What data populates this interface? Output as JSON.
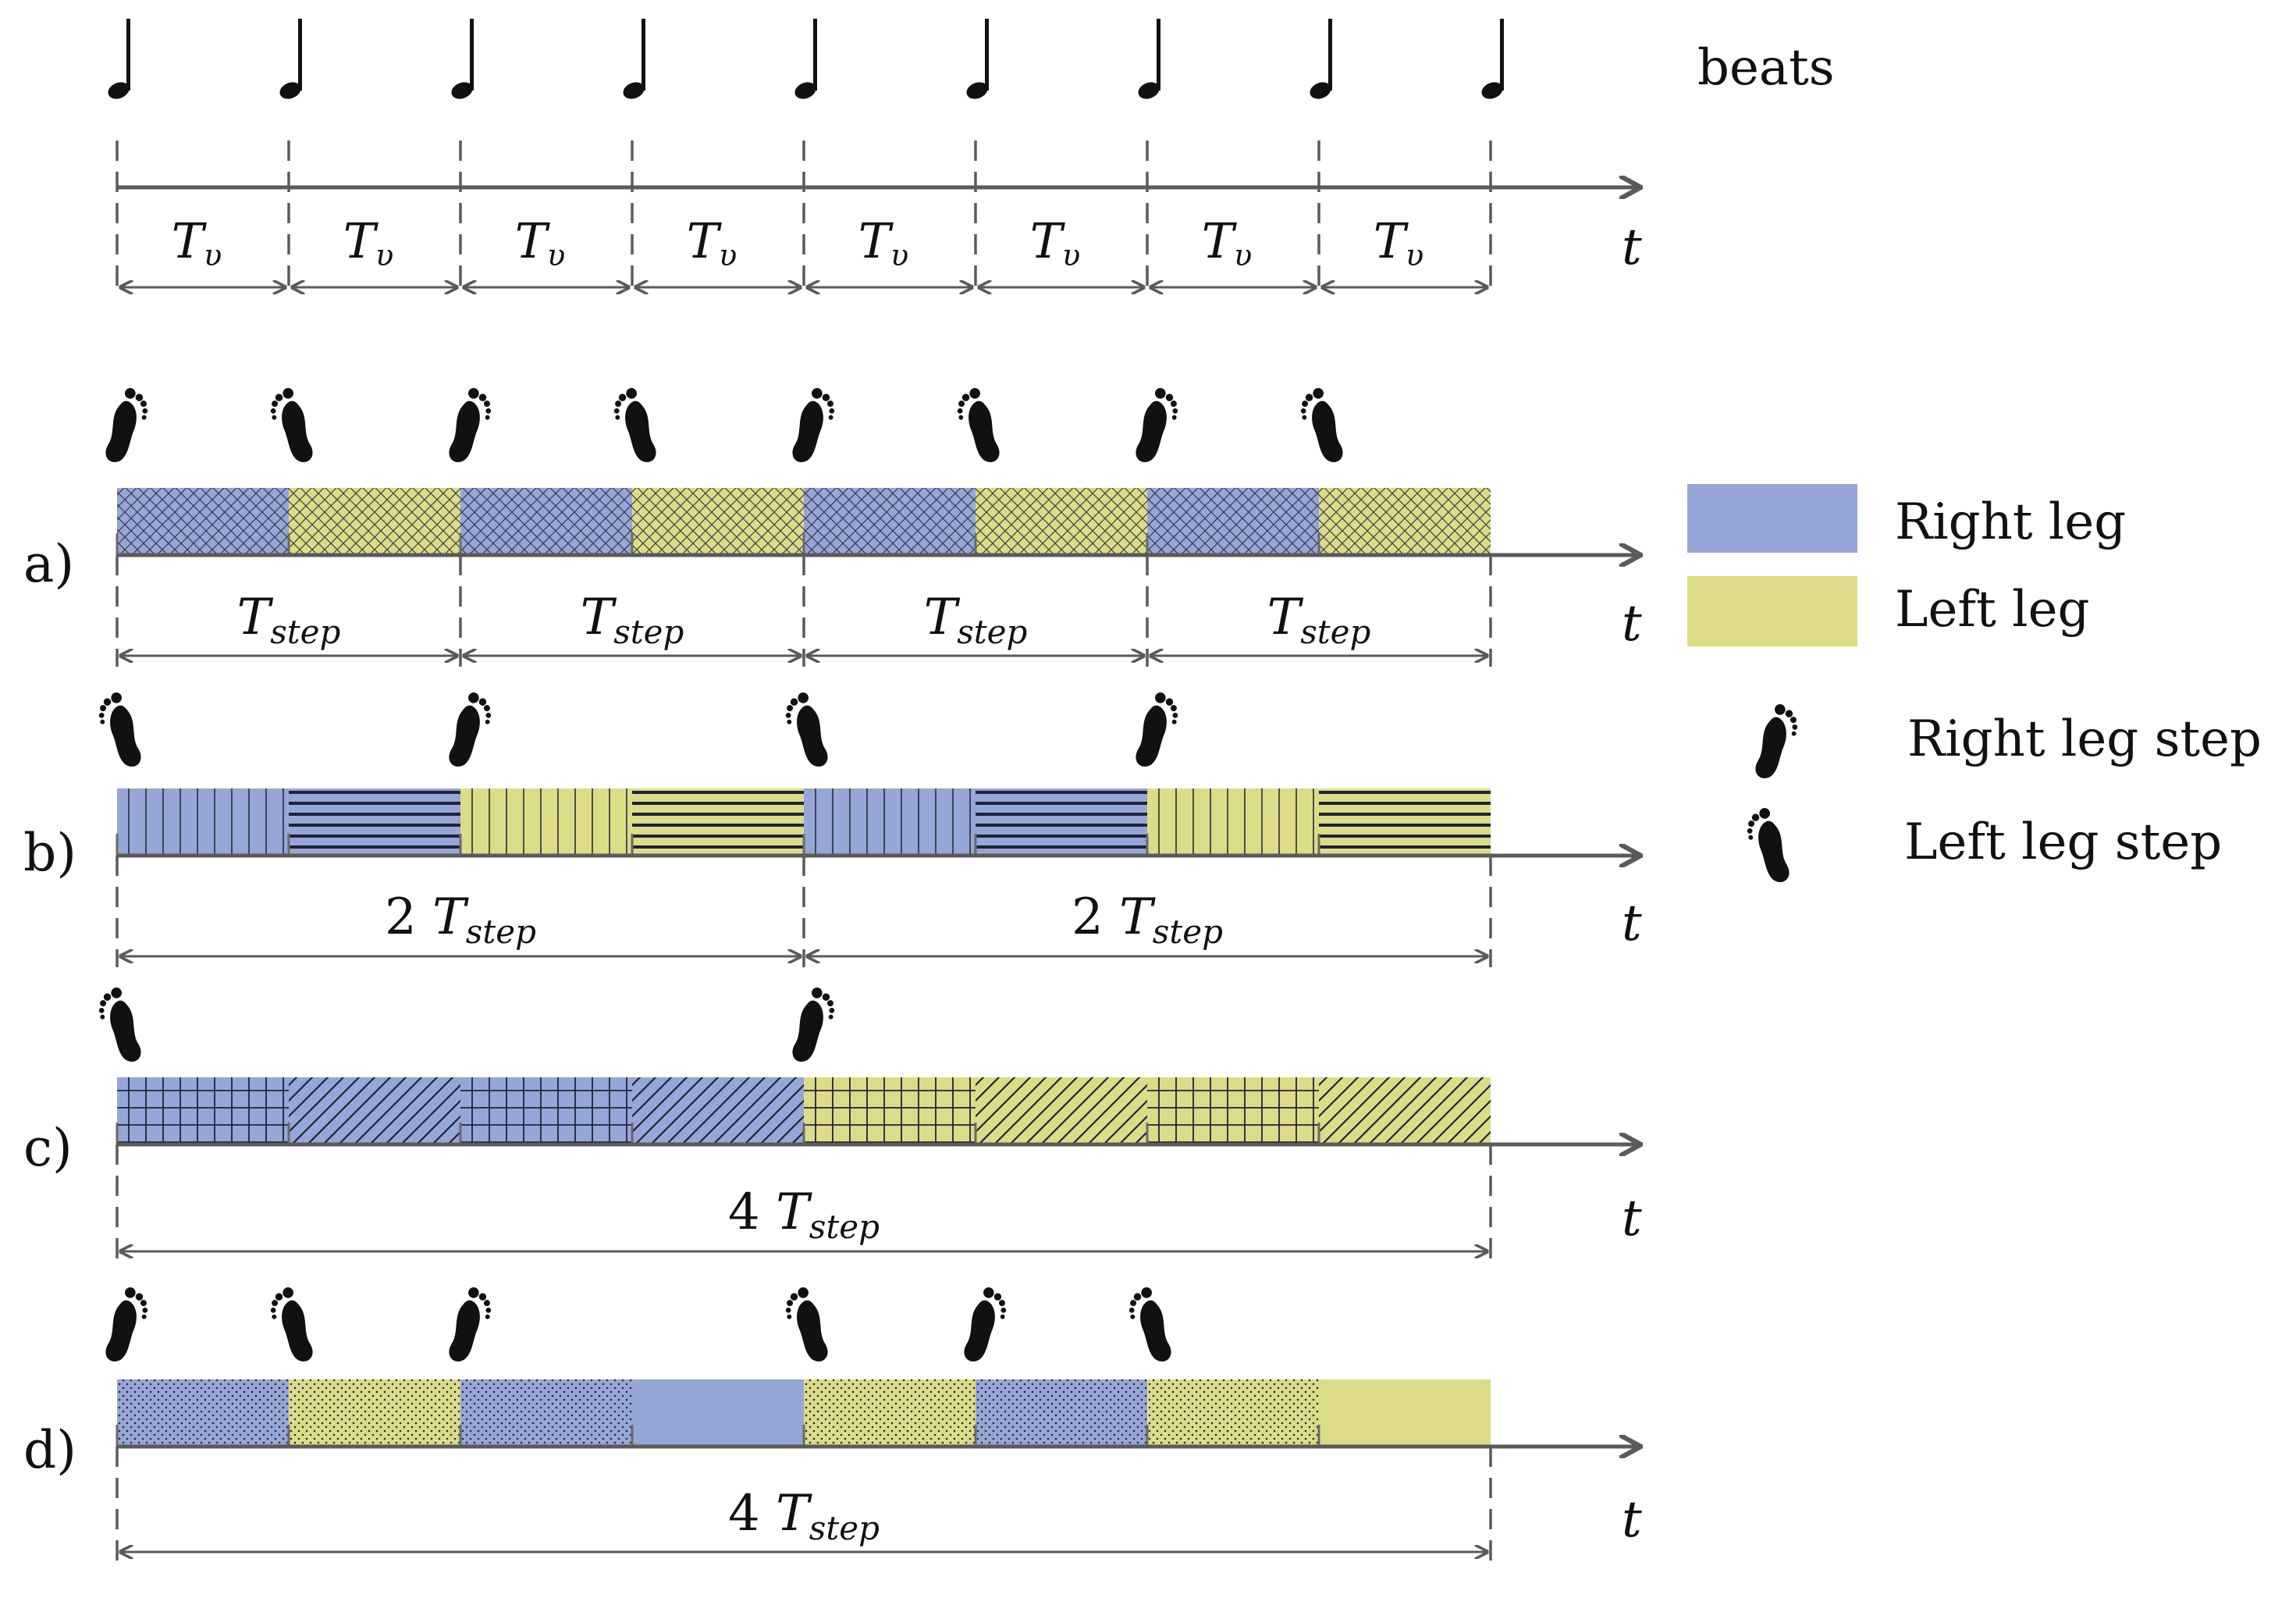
{
  "top": {
    "beats_label": "beats",
    "interval_symbol": "T",
    "interval_sub": "υ",
    "interval_count": 8,
    "axis_label": "t"
  },
  "rows": [
    {
      "label": "a)",
      "axis_label": "t",
      "steps": [
        "right",
        "left",
        "right",
        "left",
        "right",
        "left",
        "right",
        "left"
      ],
      "steps_pos": [
        0,
        1,
        2,
        3,
        4,
        5,
        6,
        7
      ],
      "segments": [
        {
          "leg": "right",
          "pattern": "crosshatch"
        },
        {
          "leg": "left",
          "pattern": "crosshatch"
        },
        {
          "leg": "right",
          "pattern": "crosshatch"
        },
        {
          "leg": "left",
          "pattern": "crosshatch"
        },
        {
          "leg": "right",
          "pattern": "crosshatch"
        },
        {
          "leg": "left",
          "pattern": "crosshatch"
        },
        {
          "leg": "right",
          "pattern": "crosshatch"
        },
        {
          "leg": "left",
          "pattern": "crosshatch"
        }
      ],
      "periods": [
        {
          "mult": "",
          "sym": "T",
          "sub": "step",
          "beats": 2
        },
        {
          "mult": "",
          "sym": "T",
          "sub": "step",
          "beats": 2
        },
        {
          "mult": "",
          "sym": "T",
          "sub": "step",
          "beats": 2
        },
        {
          "mult": "",
          "sym": "T",
          "sub": "step",
          "beats": 2
        }
      ]
    },
    {
      "label": "b)",
      "axis_label": "t",
      "steps": [
        "left",
        "right",
        "left",
        "right"
      ],
      "steps_pos": [
        0,
        2,
        4,
        6
      ],
      "segments": [
        {
          "leg": "right",
          "pattern": "vertical"
        },
        {
          "leg": "right",
          "pattern": "horizontal"
        },
        {
          "leg": "left",
          "pattern": "vertical"
        },
        {
          "leg": "left",
          "pattern": "horizontal"
        },
        {
          "leg": "right",
          "pattern": "vertical"
        },
        {
          "leg": "right",
          "pattern": "horizontal"
        },
        {
          "leg": "left",
          "pattern": "vertical"
        },
        {
          "leg": "left",
          "pattern": "horizontal"
        }
      ],
      "periods": [
        {
          "mult": "2",
          "sym": "T",
          "sub": "step",
          "beats": 4
        },
        {
          "mult": "2",
          "sym": "T",
          "sub": "step",
          "beats": 4
        }
      ]
    },
    {
      "label": "c)",
      "axis_label": "t",
      "steps": [
        "left",
        "right"
      ],
      "steps_pos": [
        0,
        4
      ],
      "segments": [
        {
          "leg": "right",
          "pattern": "grid"
        },
        {
          "leg": "right",
          "pattern": "diagonal"
        },
        {
          "leg": "right",
          "pattern": "grid"
        },
        {
          "leg": "right",
          "pattern": "diagonal"
        },
        {
          "leg": "left",
          "pattern": "grid"
        },
        {
          "leg": "left",
          "pattern": "diagonal"
        },
        {
          "leg": "left",
          "pattern": "grid"
        },
        {
          "leg": "left",
          "pattern": "diagonal"
        }
      ],
      "periods": [
        {
          "mult": "4",
          "sym": "T",
          "sub": "step",
          "beats": 8
        }
      ]
    },
    {
      "label": "d)",
      "axis_label": "t",
      "steps": [
        "right",
        "left",
        "right",
        "left",
        "right",
        "left"
      ],
      "steps_pos": [
        0,
        1,
        2,
        4,
        5,
        6
      ],
      "segments": [
        {
          "leg": "right",
          "pattern": "dots"
        },
        {
          "leg": "left",
          "pattern": "dots"
        },
        {
          "leg": "right",
          "pattern": "dots"
        },
        {
          "leg": "right",
          "pattern": "solid"
        },
        {
          "leg": "left",
          "pattern": "dots"
        },
        {
          "leg": "right",
          "pattern": "dots"
        },
        {
          "leg": "left",
          "pattern": "dots"
        },
        {
          "leg": "left",
          "pattern": "solid"
        }
      ],
      "periods": [
        {
          "mult": "4",
          "sym": "T",
          "sub": "step",
          "beats": 8
        }
      ]
    }
  ],
  "legend": {
    "right_leg": "Right leg",
    "left_leg": "Left leg",
    "right_step": "Right leg step",
    "left_step": "Left leg step"
  },
  "colors": {
    "right": "#96a6d6",
    "left": "#dcdc88",
    "ink": "#222222",
    "line": "#5a5a5a"
  }
}
